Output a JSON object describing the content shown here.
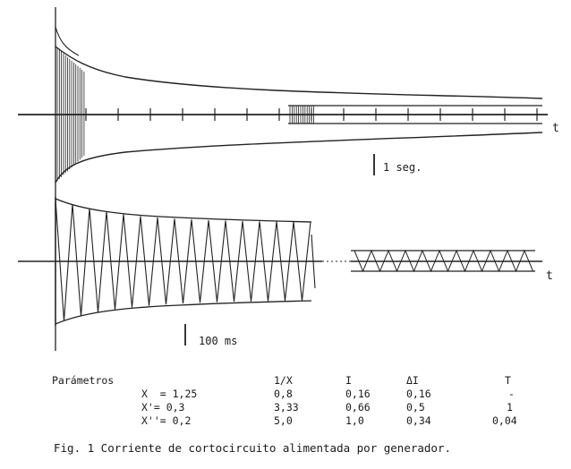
{
  "labels": {
    "t_upper": "t",
    "t_lower": "t",
    "scale_upper": "1 seg.",
    "scale_lower": "100 ms"
  },
  "table": {
    "title": "Parámetros",
    "headers": [
      "1/X",
      "I",
      "ΔI",
      "T"
    ],
    "rows": [
      {
        "param": "X  = 1,25",
        "values": [
          "0,8",
          "0,16",
          "0,16",
          "-"
        ]
      },
      {
        "param": "X'= 0,3",
        "values": [
          "3,33",
          "0,66",
          "0,5",
          "1"
        ]
      },
      {
        "param": "X''= 0,2",
        "values": [
          "5,0",
          "1,0",
          "0,34",
          "0,04"
        ]
      }
    ]
  },
  "caption": "Fig. 1 Corriente de cortocircuito alimentada por generador."
}
